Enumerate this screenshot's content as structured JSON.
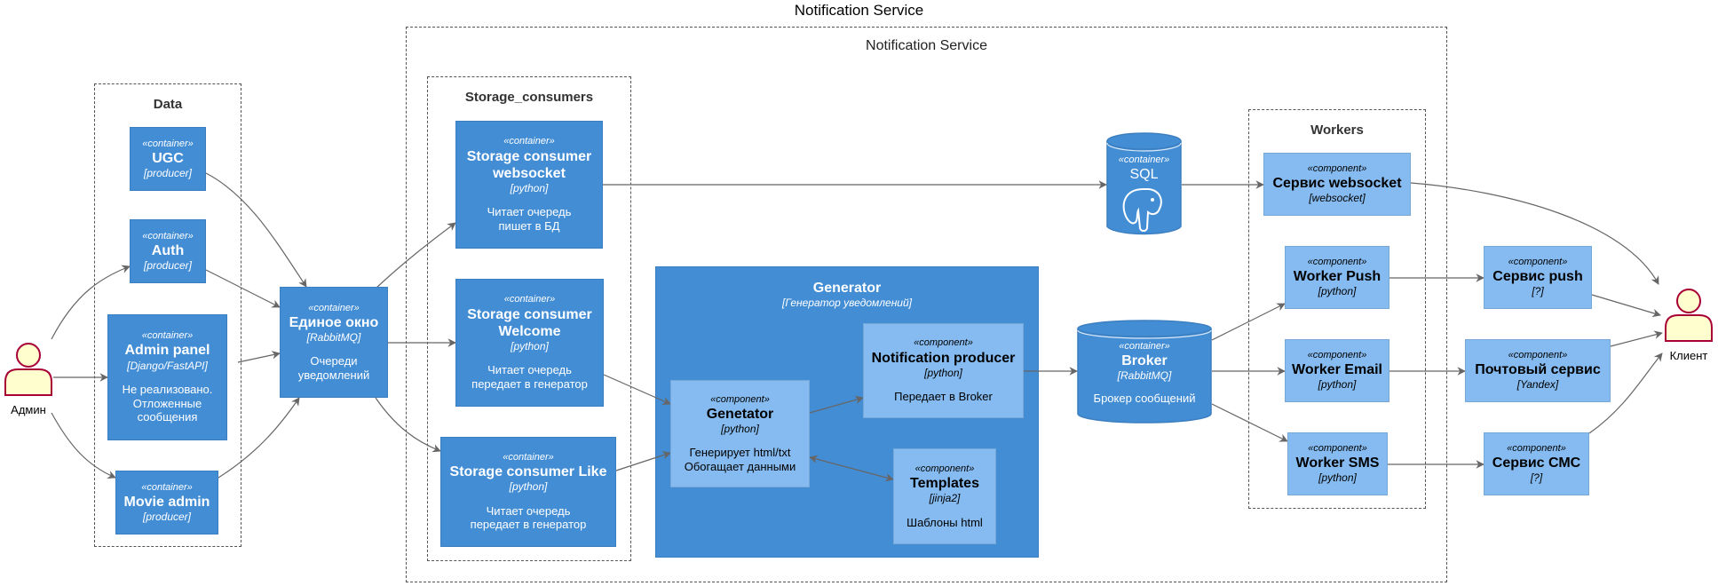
{
  "title": "Notification Service",
  "boundaries": {
    "service": "Notification Service",
    "data": "Data",
    "storage": "Storage_consumers",
    "workers": "Workers"
  },
  "stereotypes": {
    "container": "«container»",
    "component": "«component»"
  },
  "persons": {
    "admin": "Админ",
    "client": "Клиент"
  },
  "nodes": {
    "ugc": {
      "name": "UGC",
      "tech": "[producer]"
    },
    "auth": {
      "name": "Auth",
      "tech": "[producer]"
    },
    "admin_panel": {
      "name": "Admin panel",
      "tech": "[Django/FastAPI]",
      "desc1": "Не реализовано.",
      "desc2": "Отложенные",
      "desc3": "сообщения"
    },
    "movie_admin": {
      "name": "Movie admin",
      "tech": "[producer]"
    },
    "single": {
      "name": "Единое окно",
      "tech": "[RabbitMQ]",
      "desc1": "Очереди",
      "desc2": "уведомлений"
    },
    "sc_ws": {
      "name1": "Storage consumer",
      "name2": "websocket",
      "tech": "[python]",
      "desc1": "Читает очередь",
      "desc2": "пишет в БД"
    },
    "sc_welcome": {
      "name1": "Storage consumer",
      "name2": "Welcome",
      "tech": "[python]",
      "desc1": "Читает очередь",
      "desc2": "передает в генератор"
    },
    "sc_like": {
      "name": "Storage consumer Like",
      "tech": "[python]",
      "desc1": "Читает очередь",
      "desc2": "передает в генератор"
    },
    "generator": {
      "name": "Generator",
      "tech": "[Генератор уведомлений]"
    },
    "genetator": {
      "name": "Genetator",
      "tech": "[python]",
      "desc1": "Генерирует html/txt",
      "desc2": "Обогащает данными"
    },
    "producer": {
      "name": "Notification producer",
      "tech": "[python]",
      "desc": "Передает в Broker"
    },
    "templates": {
      "name": "Templates",
      "tech": "[jinja2]",
      "desc": "Шаблоны html"
    },
    "sql": {
      "name": "SQL"
    },
    "broker": {
      "name": "Broker",
      "tech": "[RabbitMQ]",
      "desc": "Брокер сообщений"
    },
    "svc_ws": {
      "name": "Сервис websocket",
      "tech": "[websocket]"
    },
    "w_push": {
      "name": "Worker Push",
      "tech": "[python]"
    },
    "w_email": {
      "name": "Worker Email",
      "tech": "[python]"
    },
    "w_sms": {
      "name": "Worker SMS",
      "tech": "[python]"
    },
    "svc_push": {
      "name": "Сервис push",
      "tech": "[?]"
    },
    "svc_mail": {
      "name": "Почтовый сервис",
      "tech": "[Yandex]"
    },
    "svc_sms": {
      "name": "Сервис СМС",
      "tech": "[?]"
    }
  },
  "colors": {
    "container": "#438dd5",
    "component": "#85bbf0",
    "person": "#fefece",
    "person_border": "#a80036",
    "edge": "#666666"
  }
}
